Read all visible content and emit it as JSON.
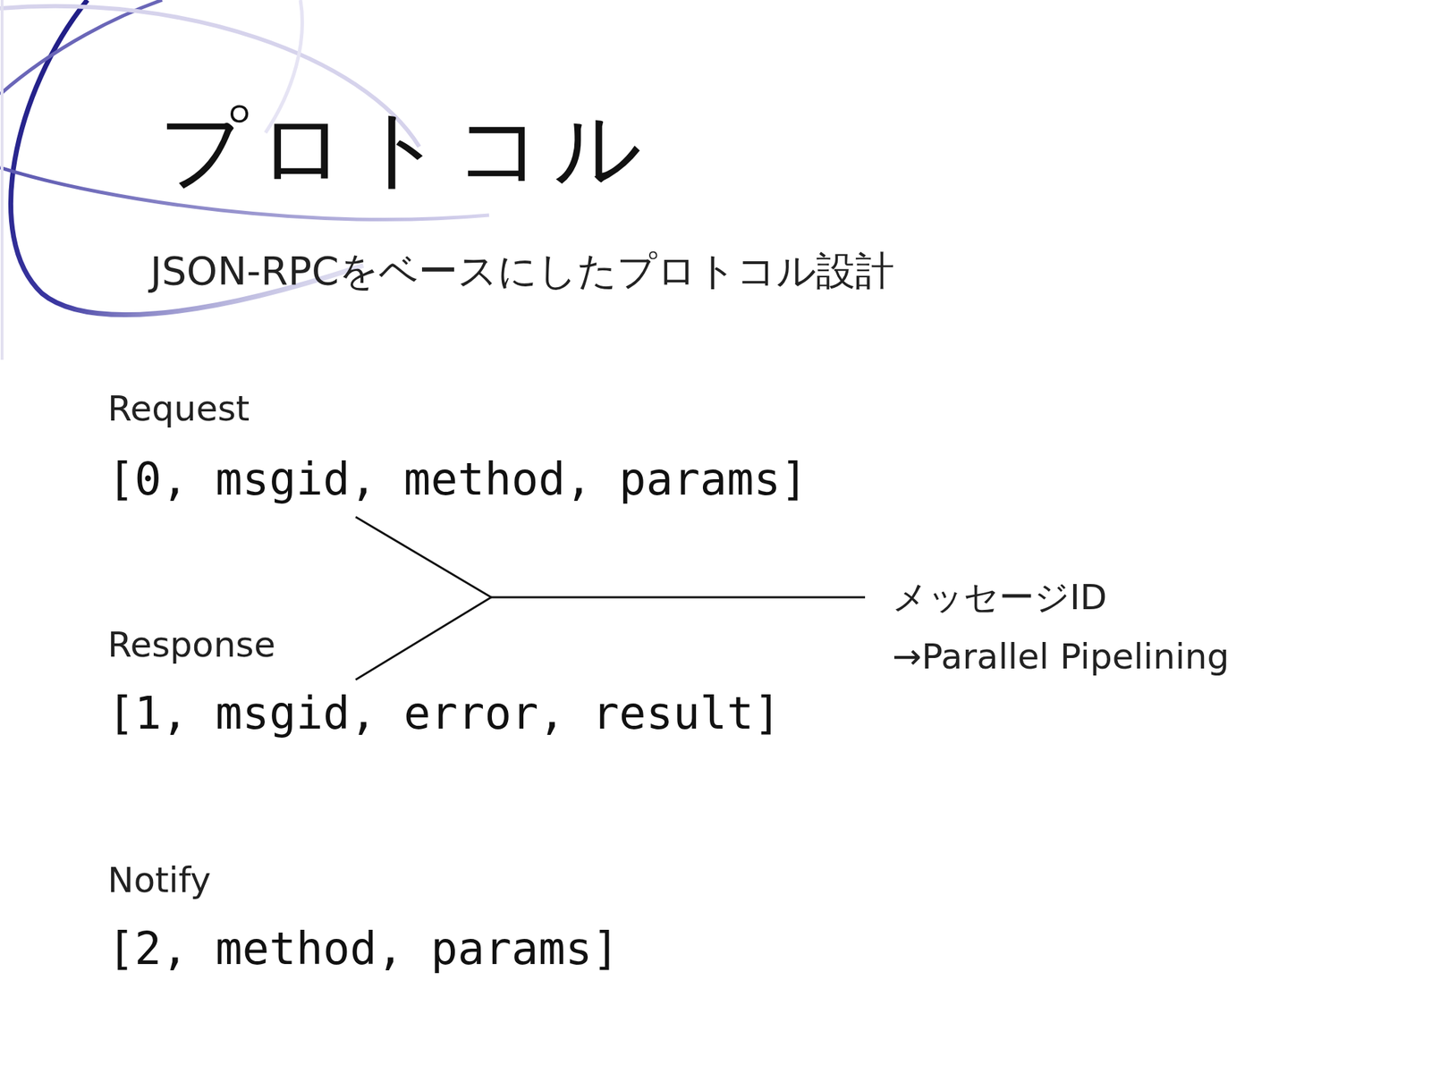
{
  "diagram": {
    "title": "プロトコル",
    "labels": [
      "JSON-RPCをベースにしたプロトコル設計",
      "Request",
      "[0, msgid, method, params]",
      "メッセージID",
      "→Parallel Pipelining",
      "Response",
      "[1, msgid, error, result]",
      "Notify",
      "[2, method, params]"
    ]
  }
}
